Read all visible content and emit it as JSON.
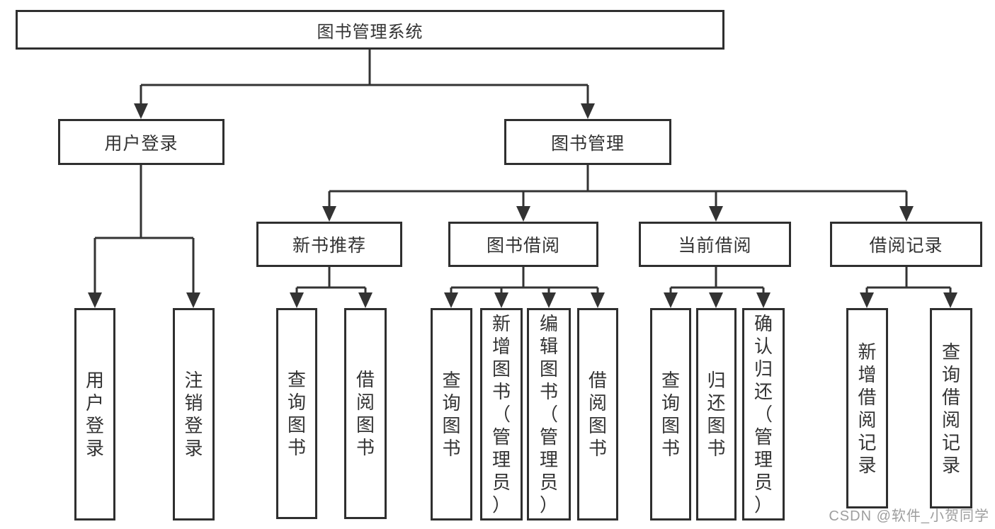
{
  "diagram": {
    "title": "图书管理系统",
    "nodes": {
      "root": "图书管理系统",
      "user_login": "用户登录",
      "book_mgmt": "图书管理",
      "new_book_rec": "新书推荐",
      "book_borrow": "图书借阅",
      "current_borrow": "当前借阅",
      "borrow_records": "借阅记录",
      "leaf_user_login": "用户登录",
      "leaf_logout": "注销登录",
      "leaf_nb_query_book": "查询图书",
      "leaf_nb_borrow_book": "借阅图书",
      "leaf_bb_query_book": "查询图书",
      "leaf_bb_add_book": "新增图书（管理员）",
      "leaf_bb_edit_book": "编辑图书（管理员）",
      "leaf_bb_borrow_book": "借阅图书",
      "leaf_cb_query_book": "查询图书",
      "leaf_cb_return_book": "归还图书",
      "leaf_cb_confirm_return": "确认归还（管理员）",
      "leaf_br_add_record": "新增借阅记录",
      "leaf_br_query_record": "查询借阅记录"
    }
  },
  "watermark": {
    "text": "CSDN @软件_小贺同学"
  },
  "colors": {
    "line": "#333333",
    "box_border": "#2f2f2f",
    "text": "#333333",
    "watermark": "#9e9e9e",
    "background": "#ffffff"
  }
}
